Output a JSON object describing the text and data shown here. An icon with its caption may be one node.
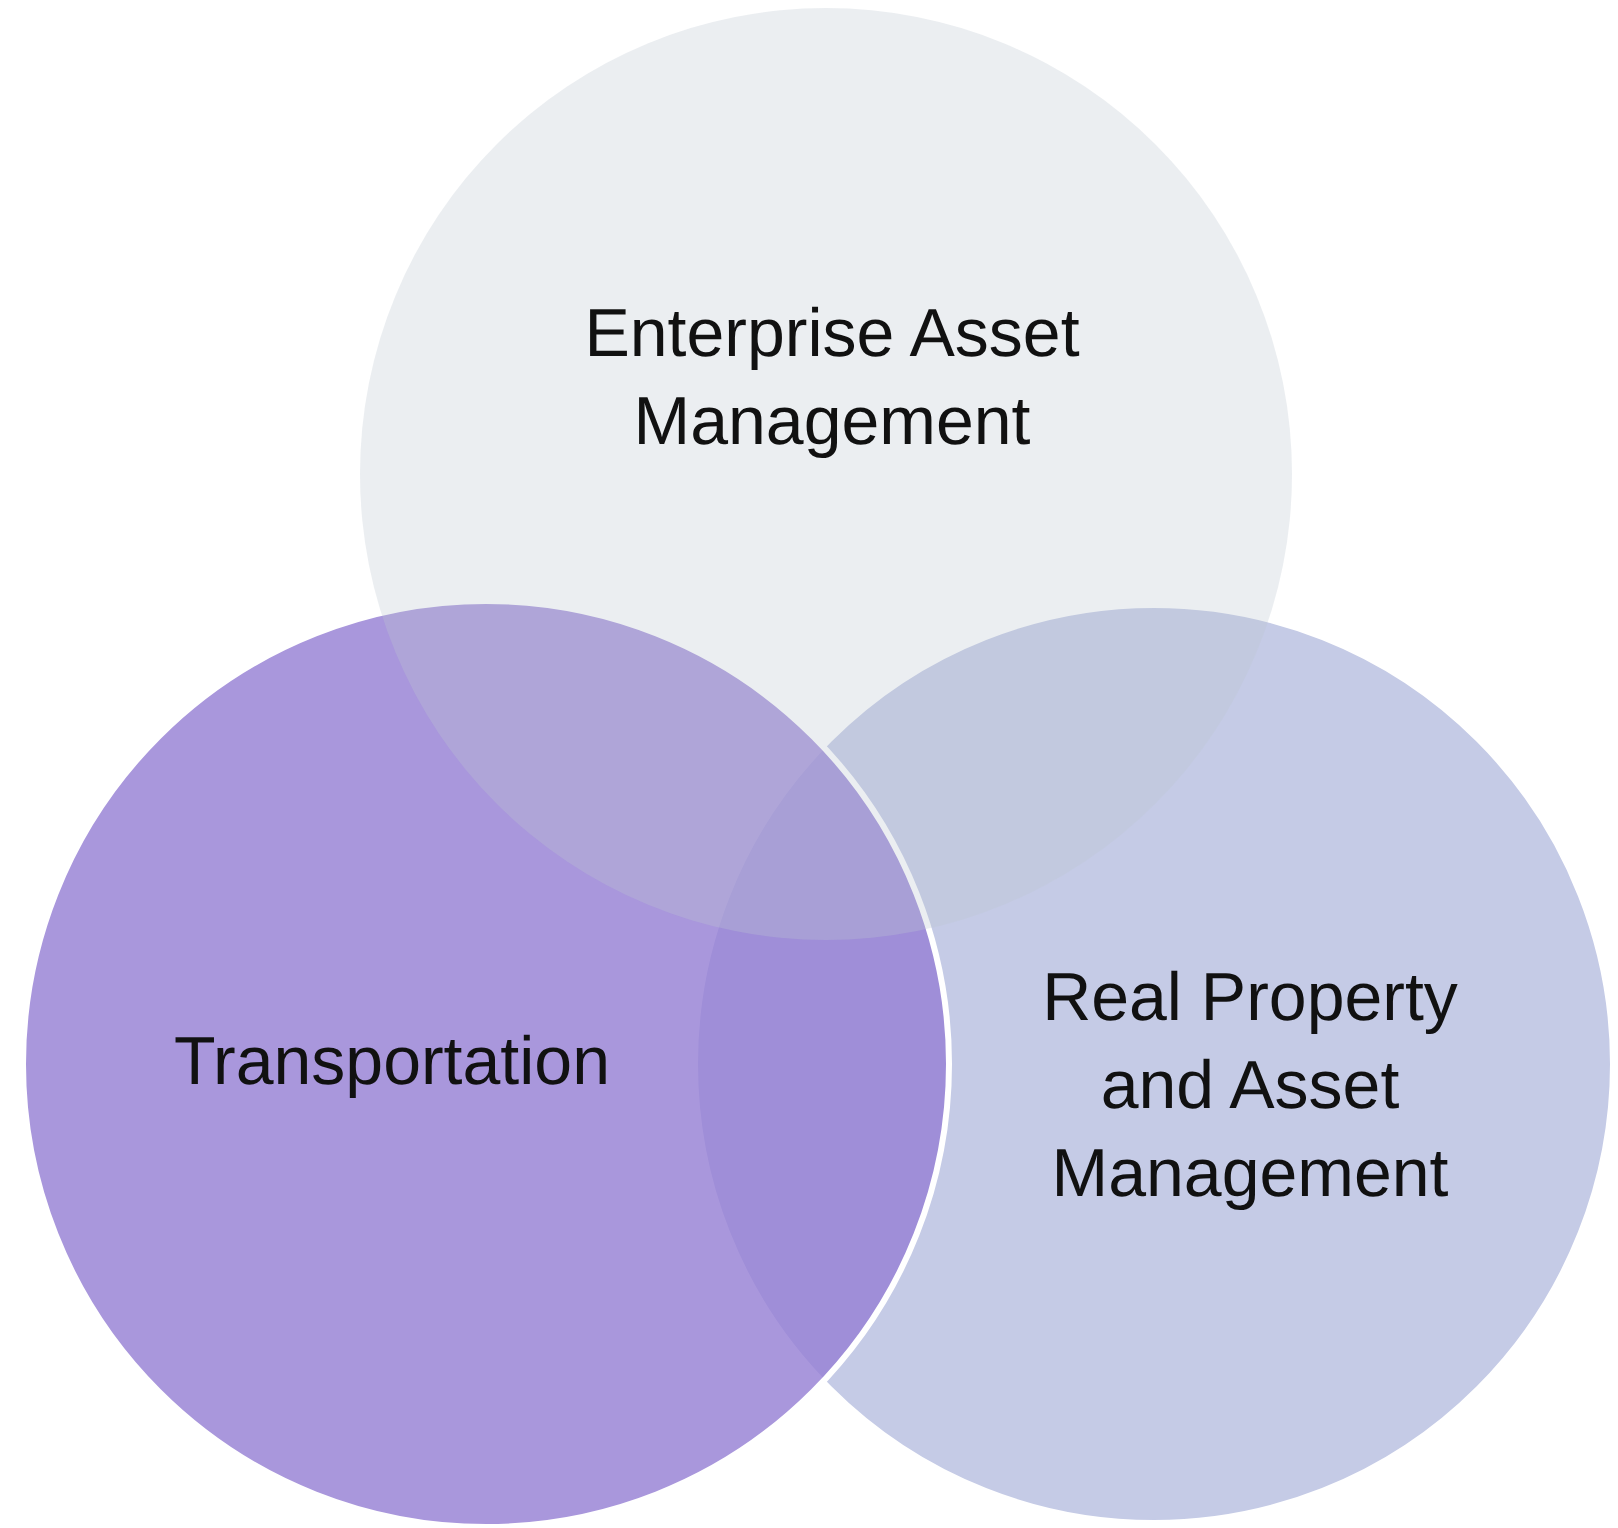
{
  "diagram": {
    "nodes": [
      {
        "text": [
          "Enterprise Asset Management"
        ]
      },
      {
        "text": [
          "Real Property and Asset Management"
        ]
      },
      {
        "text": [
          "Transportation"
        ]
      }
    ]
  }
}
